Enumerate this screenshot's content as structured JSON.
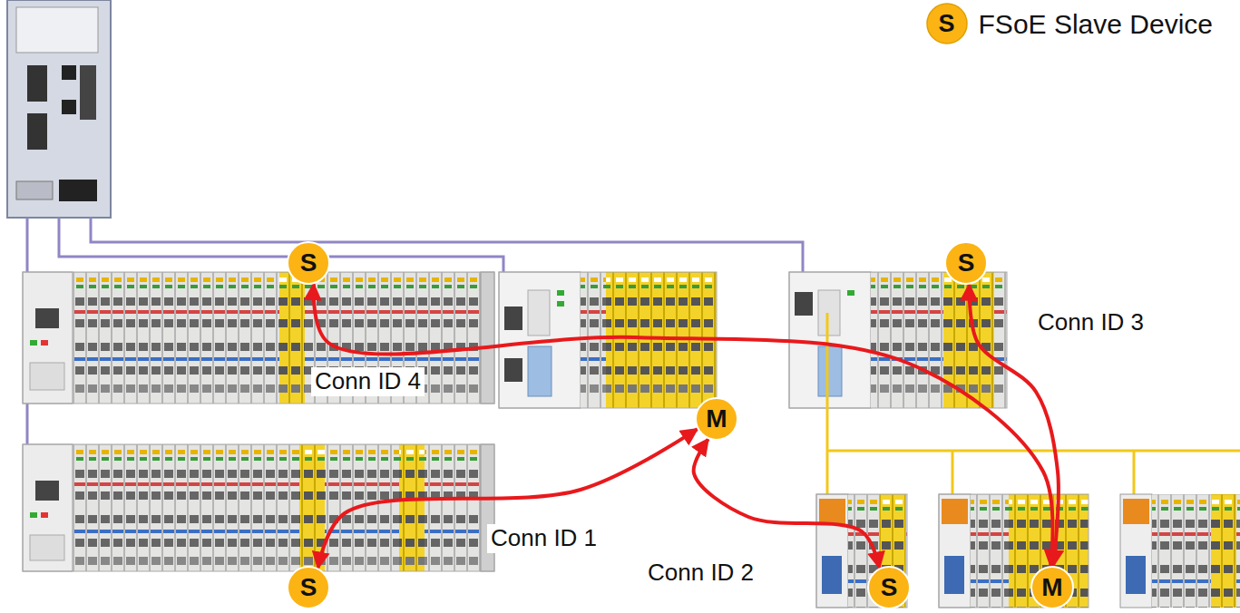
{
  "diagram": {
    "nodes": [
      {
        "text": [
          "S"
        ]
      },
      {
        "text": [
          "S"
        ]
      },
      {
        "text": [
          "M"
        ]
      },
      {
        "text": [
          "S"
        ]
      },
      {
        "text": [
          "S"
        ]
      },
      {
        "text": [
          "M"
        ]
      }
    ],
    "edges": [
      {
        "from": 2,
        "to": 3,
        "arrow": "both",
        "label": "Conn ID 1"
      },
      {
        "from": 2,
        "to": 4,
        "arrow": "both",
        "label": "Conn ID 2"
      },
      {
        "from": 5,
        "to": 1,
        "arrow": "both",
        "label": "Conn ID 3"
      },
      {
        "from": 5,
        "to": 0,
        "arrow": "both",
        "label": "Conn ID 4"
      }
    ],
    "labels": [
      "S"
    ],
    "legend": [
      {
        "text": "FSoE Slave Device"
      }
    ]
  }
}
